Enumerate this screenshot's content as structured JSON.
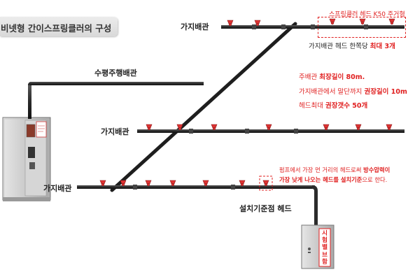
{
  "title": "비넷형 간이스프링클러의 구성",
  "pipes": {
    "branch_top": "가지배관",
    "horizontal_main": "수평주행배관",
    "branch_middle": "가지배관",
    "branch_bottom": "가지배관"
  },
  "head_note": {
    "boxed_label": "스프링클러 헤드 K50 주거형",
    "line_prefix": "가지배관 헤드 한쪽당 ",
    "line_emph": "최대 3개"
  },
  "main_notes": {
    "line1_prefix": "주배관 ",
    "line1_emph": "최장길이 80m.",
    "line2_prefix": "가지배관에서 말단까지 ",
    "line2_emph": "권장길이 10m",
    "line3_prefix": "헤드최대 ",
    "line3_emph": "권장갯수 50개"
  },
  "reference_note": {
    "line1_prefix": "펌프에서 가장 먼 거리의 헤드로써 ",
    "line1_emph": "방수압력이",
    "line2_emph": "가장 낮게 나오는 헤드를 설치기준",
    "line2_suffix": "으로 한다."
  },
  "reference_head_label": "설치기준점 헤드",
  "test_valve_label": "시험밸브함",
  "colors": {
    "accent_red": "#e02020",
    "pipe": "#2b2b2b",
    "cabinet": "#c8c8c8"
  }
}
